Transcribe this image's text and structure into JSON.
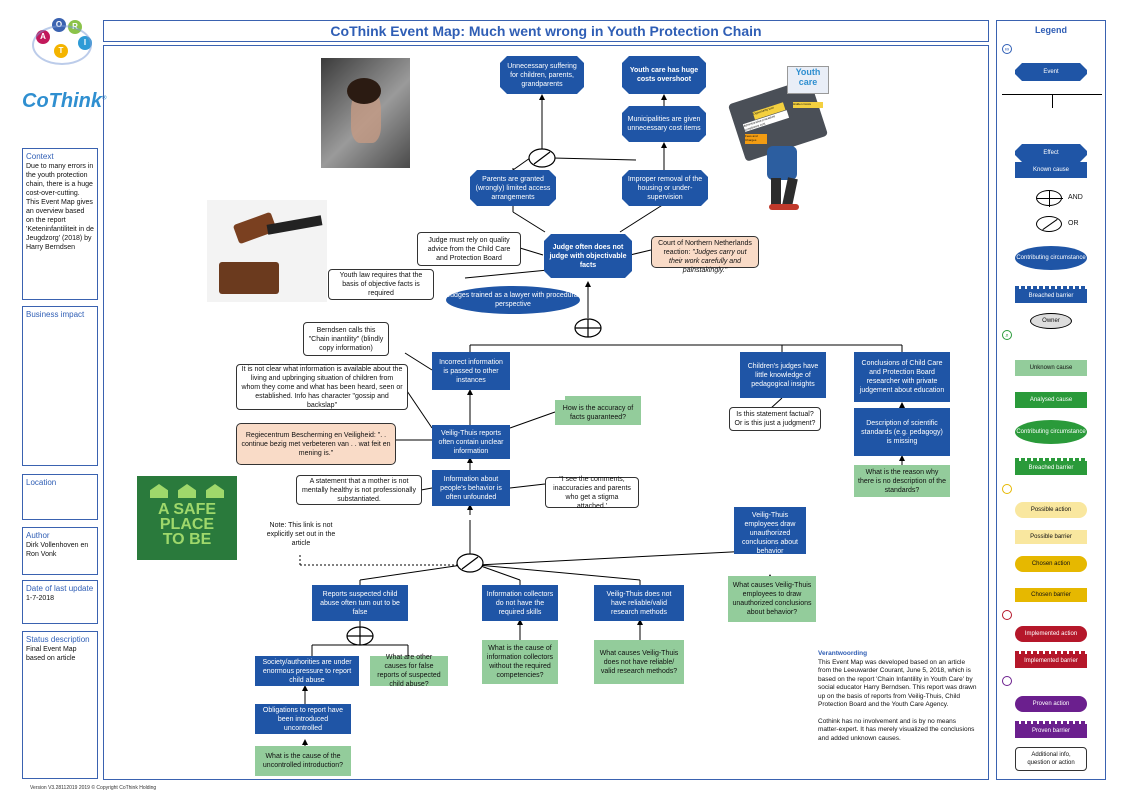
{
  "logo": {
    "letters": [
      "O",
      "R",
      "A",
      "I",
      "T"
    ],
    "brand": "CoThink",
    "reg": "®"
  },
  "sidebar": {
    "context_label": "Context",
    "context_text": "Due to many errors in the youth protection chain, there is a huge cost-over-cutting. This Event Map gives an overview based on the report 'Keteninfantiliteit in de Jeugdzorg' (2018) by Harry Berndsen",
    "business_impact_label": "Business impact",
    "location_label": "Location",
    "author_label": "Author",
    "author_text": "Dirk Vollenhoven en Ron Vonk",
    "date_label": "Date of last update",
    "date_text": "1-7-2018",
    "status_label": "Status description",
    "status_text": "Final Event Map based on article"
  },
  "title": "CoThink Event Map:  Much went wrong in Youth Protection Chain",
  "footer": "Version V3.28112019  2019 © Copyright CoThink Holding",
  "images": {
    "youth_care_label": "Youth care",
    "sign_lines": [
      "A SAFE",
      "PLACE",
      "TO BE"
    ],
    "box_lines": [
      "Opportunity loss",
      "Hidden Costs",
      "Administrative procedure compliance cost",
      "Fees and Charges"
    ]
  },
  "map": {
    "suffering": "Unnecessary suffering for children, parents, grandparents",
    "costs_overshoot": "Youth care has huge costs overshoot",
    "municipalities": "Municipalities are given unnecessary cost items",
    "parents_granted": "Parents are granted (wrongly) limited access arrangements",
    "improper_removal": "Improper removal of the housing or under-supervision",
    "judge_quality": "Judge must rely on quality advice from the Child Care and Protection Board",
    "judge_not_judge": "Judge often does not judge with objectivable facts",
    "court_title": "Court of Northern Netherlands reaction: ",
    "court_quote": "\"Judges carry out their work carefully and painstakingly.\"",
    "youth_law": "Youth law requires that the basis of objective facts is required",
    "judges_trained": "Judges trained as a lawyer with procedural perspective",
    "berndsen_calls": "Berndsen calls this \"Chain inantility\" (blindly copy information)",
    "incorrect_info": "Incorrect information is passed to other instances",
    "not_clear": "It is not clear what information is available about the living and upbringing situation of children from whom they come and what has been heard, seen or established. Info has character \"gossip and backslap\"",
    "how_accuracy": "How is the accuracy of facts guaranteed?",
    "regiecentrum": "Regiecentrum Bescherming en Veiligheid: \". . continue bezig met verbeteren van . . wat feit en mening is.\"",
    "veilig_reports": "Veilig-Thuis reports often contain unclear information",
    "info_unfounded": "Information about people's behavior is often unfounded",
    "statement_mother": "A statement that a mother is not mentally healthy is not professionally substantiated.",
    "i_see_comments": "\"I see the comments, inaccuracies and parents who get a stigma attached.'",
    "childrens_judges": "Children's judges have little knowledge of pedagogical insights",
    "is_statement_factual": "Is this statement factual? Or is this just a judgment?",
    "conclusions_board": "Conclusions of Child Care and Protection Board researcher with private judgement about education",
    "description_standards": "Description of scientific standards (e.g. pedagogy) is missing",
    "reason_no_description": "What is the reason why there is no description of the standards?",
    "note_link": "Note: This link is not explicitly set out in the article",
    "veilig_employees": "Veilig-Thuis employees draw unauthorized conclusions about behavior",
    "what_causes_employees": "What causes Veilig-Thuis employees to draw unauthorized conclusions about behavior?",
    "reports_suspected": "Reports suspected child abuse often turn out to be false",
    "info_collectors": "Information collectors do not have the required skills",
    "veilig_no_methods": "Veilig-Thuis does not have reliable/valid research methods",
    "cause_collectors": "What is the cause of information collectors without the required competencies?",
    "what_causes_no_methods": "What causes Veilig-Thuis does not have reliable/ valid research methods?",
    "society_pressure": "Society/authorities are under enormous pressure to report child abuse",
    "other_causes": "What are other causes for false reports of suspected child abuse?",
    "obligations": "Obligations to report have been introduced uncontrolled",
    "cause_uncontrolled": "What is the cause of the uncontrolled introduction?"
  },
  "verantwoording": {
    "heading": "Verantwoording",
    "p1": "This Event Map was developed based on an article from the Leeuwarder Courant, June 5, 2018, which is based on the report 'Chain Infantility in Youth Care' by social educator Harry Berndsen. This report was drawn up on the basis of reports from Veilig-Thuis, Child Protection Board and the Youth Care Agency.",
    "p2": "Cothink has no involvement and is by no means matter-expert. It has merely visualized the conclusions and added unknown causes."
  },
  "legend": {
    "title": "Legend",
    "event": "Event",
    "effect": "Effect",
    "known_cause": "Known cause",
    "and": "AND",
    "or": "OR",
    "contributing": "Contributing circumstance",
    "breached_barrier": "Breached barrier",
    "owner": "Owner",
    "unknown_cause": "Unknown cause",
    "analysed_cause": "Analysed cause",
    "contributing2": "Contributing circumstance",
    "breached_barrier2": "Breached barrier",
    "possible_action": "Possible action",
    "possible_barrier": "Possible barrier",
    "chosen_action": "Chosen action",
    "chosen_barrier": "Chosen barrier",
    "implemented_action": "Implemented action",
    "implemented_barrier": "Implemented barrier",
    "proven_action": "Proven action",
    "proven_barrier": "Proven barrier",
    "additional_info": "Additional info, question or action"
  },
  "colors": {
    "blue": "#1f55a6",
    "green": "#93cc9b",
    "peach": "#f9dbc7",
    "yellow": "#f9e79f",
    "gold": "#e6b800",
    "red": "#b5172a",
    "purple": "#6b1f8e",
    "frame": "#3a62b0"
  }
}
